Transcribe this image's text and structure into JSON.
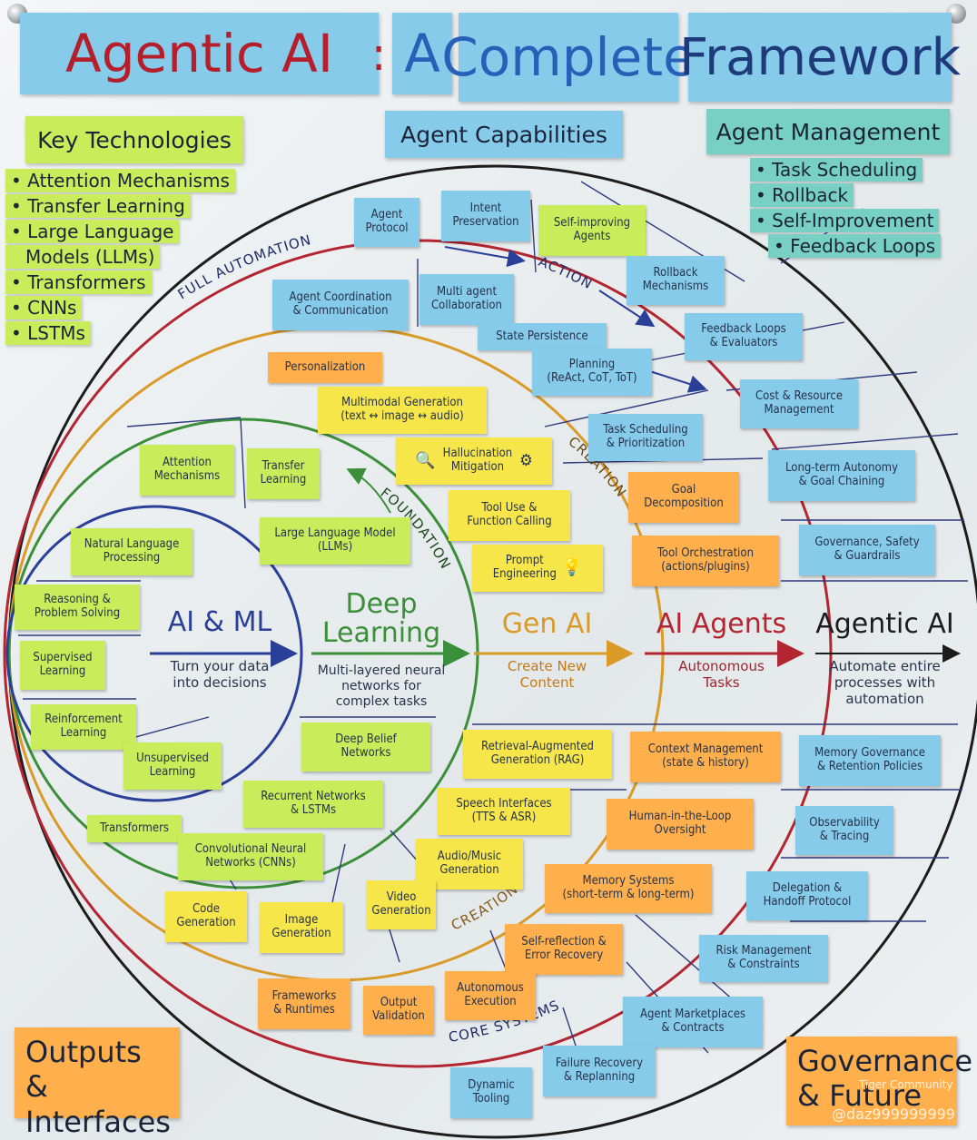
{
  "title": {
    "part1": "Agentic AI",
    "colon": ":",
    "part2": "A",
    "part3": "Complete",
    "part4": "Framework"
  },
  "headers": {
    "key_technologies": "Key Technologies",
    "agent_capabilities": "Agent Capabilities",
    "agent_management": "Agent Management"
  },
  "key_technologies_list": [
    "• Attention Mechanisms",
    "• Transfer Learning",
    "• Large Language",
    "Models (LLMs)",
    "• Transformers",
    "• CNNs",
    "• LSTMs"
  ],
  "agent_management_list": [
    "• Task Scheduling",
    "• Rollback",
    "• Self-Improvement",
    "• Feedback Loops"
  ],
  "ring_labels": {
    "full_automation": "FULL AUTOMATION",
    "action": "ACTION",
    "creation_upper": "CREATION",
    "foundation": "FOUNDATION",
    "creation_lower": "CREATION",
    "core_systems": "CORE SYSTEMS"
  },
  "centers": {
    "aiml": {
      "title": "AI & ML",
      "desc": "Turn your data\ninto decisions"
    },
    "dl": {
      "title": "Deep\nLearning",
      "desc": "Multi-layered neural\nnetworks for\ncomplex tasks"
    },
    "genai": {
      "title": "Gen AI",
      "desc": "Create New\nContent"
    },
    "agents": {
      "title": "AI Agents",
      "desc": "Autonomous\nTasks"
    },
    "agentic": {
      "title": "Agentic AI",
      "desc": "Automate entire\nprocesses with\nautomation"
    }
  },
  "notes": {
    "agent_protocol": "Agent\nProtocol",
    "intent_preservation": "Intent\nPreservation",
    "self_improving": "Self-improving\nAgents",
    "rollback_mech": "Rollback\nMechanisms",
    "agent_coordination": "Agent Coordination\n& Communication",
    "multi_agent": "Multi agent\nCollaboration",
    "state_persistence": "State Persistence",
    "planning": "Planning\n(ReAct, CoT, ToT)",
    "feedback_loops": "Feedback Loops\n& Evaluators",
    "cost_resource": "Cost & Resource\nManagement",
    "personalization": "Personalization",
    "multimodal": "Multimodal Generation\n(text ↔ image ↔ audio)",
    "task_scheduling": "Task Scheduling\n& Prioritization",
    "hallucination": "Hallucination\nMitigation",
    "long_term_autonomy": "Long-term Autonomy\n& Goal Chaining",
    "goal_decomposition": "Goal\nDecomposition",
    "attention_mech": "Attention\nMechanisms",
    "transfer_learning": "Transfer\nLearning",
    "tool_use": "Tool Use &\nFunction Calling",
    "governance_safety": "Governance, Safety\n& Guardrails",
    "tool_orchestration": "Tool Orchestration\n(actions/plugins)",
    "nlp": "Natural Language\nProcessing",
    "llm": "Large Language Model\n(LLMs)",
    "prompt_eng": "Prompt\nEngineering",
    "reasoning": "Reasoning &\nProblem Solving",
    "supervised": "Supervised\nLearning",
    "reinforcement": "Reinforcement\nLearning",
    "unsupervised": "Unsupervised\nLearning",
    "deep_belief": "Deep Belief\nNetworks",
    "rag": "Retrieval-Augmented\nGeneration (RAG)",
    "context_mgmt": "Context Management\n(state & history)",
    "memory_governance": "Memory Governance\n& Retention Policies",
    "rnn_lstm": "Recurrent Networks\n& LSTMs",
    "speech": "Speech Interfaces\n(TTS & ASR)",
    "hitl": "Human-in-the-Loop\nOversight",
    "observability": "Observability\n& Tracing",
    "transformers": "Transformers",
    "cnn": "Convolutional Neural\nNetworks (CNNs)",
    "audio_music": "Audio/Music\nGeneration",
    "memory_systems": "Memory Systems\n(short-term & long-term)",
    "delegation": "Delegation &\nHandoff Protocol",
    "code_gen": "Code\nGeneration",
    "image_gen": "Image\nGeneration",
    "video_gen": "Video\nGeneration",
    "self_reflection": "Self-reflection &\nError Recovery",
    "risk_mgmt": "Risk Management\n& Constraints",
    "frameworks": "Frameworks\n& Runtimes",
    "output_validation": "Output\nValidation",
    "autonomous_exec": "Autonomous\nExecution",
    "agent_marketplaces": "Agent Marketplaces\n& Contracts",
    "failure_recovery": "Failure Recovery\n& Replanning",
    "dynamic_tooling": "Dynamic\nTooling"
  },
  "corners": {
    "outputs": "Outputs &\nInterfaces",
    "governance": "Governance\n& Future"
  },
  "watermark": {
    "community": "Tiger Community",
    "handle": "@daz999999999"
  },
  "icons": {
    "hallucination": "magnifier-icon",
    "hallucination_right": "gear-icon",
    "prompt": "lightbulb-icon"
  },
  "colors": {
    "ring_aiml": "#2a3f98",
    "ring_dl": "#3c8f3a",
    "ring_genai": "#d99a27",
    "ring_agents": "#b32530",
    "ring_agentic": "#1c1c1c",
    "title_red": "#b51f2c",
    "title_blue": "#2860b8",
    "title_navy": "#1e3a7a"
  }
}
